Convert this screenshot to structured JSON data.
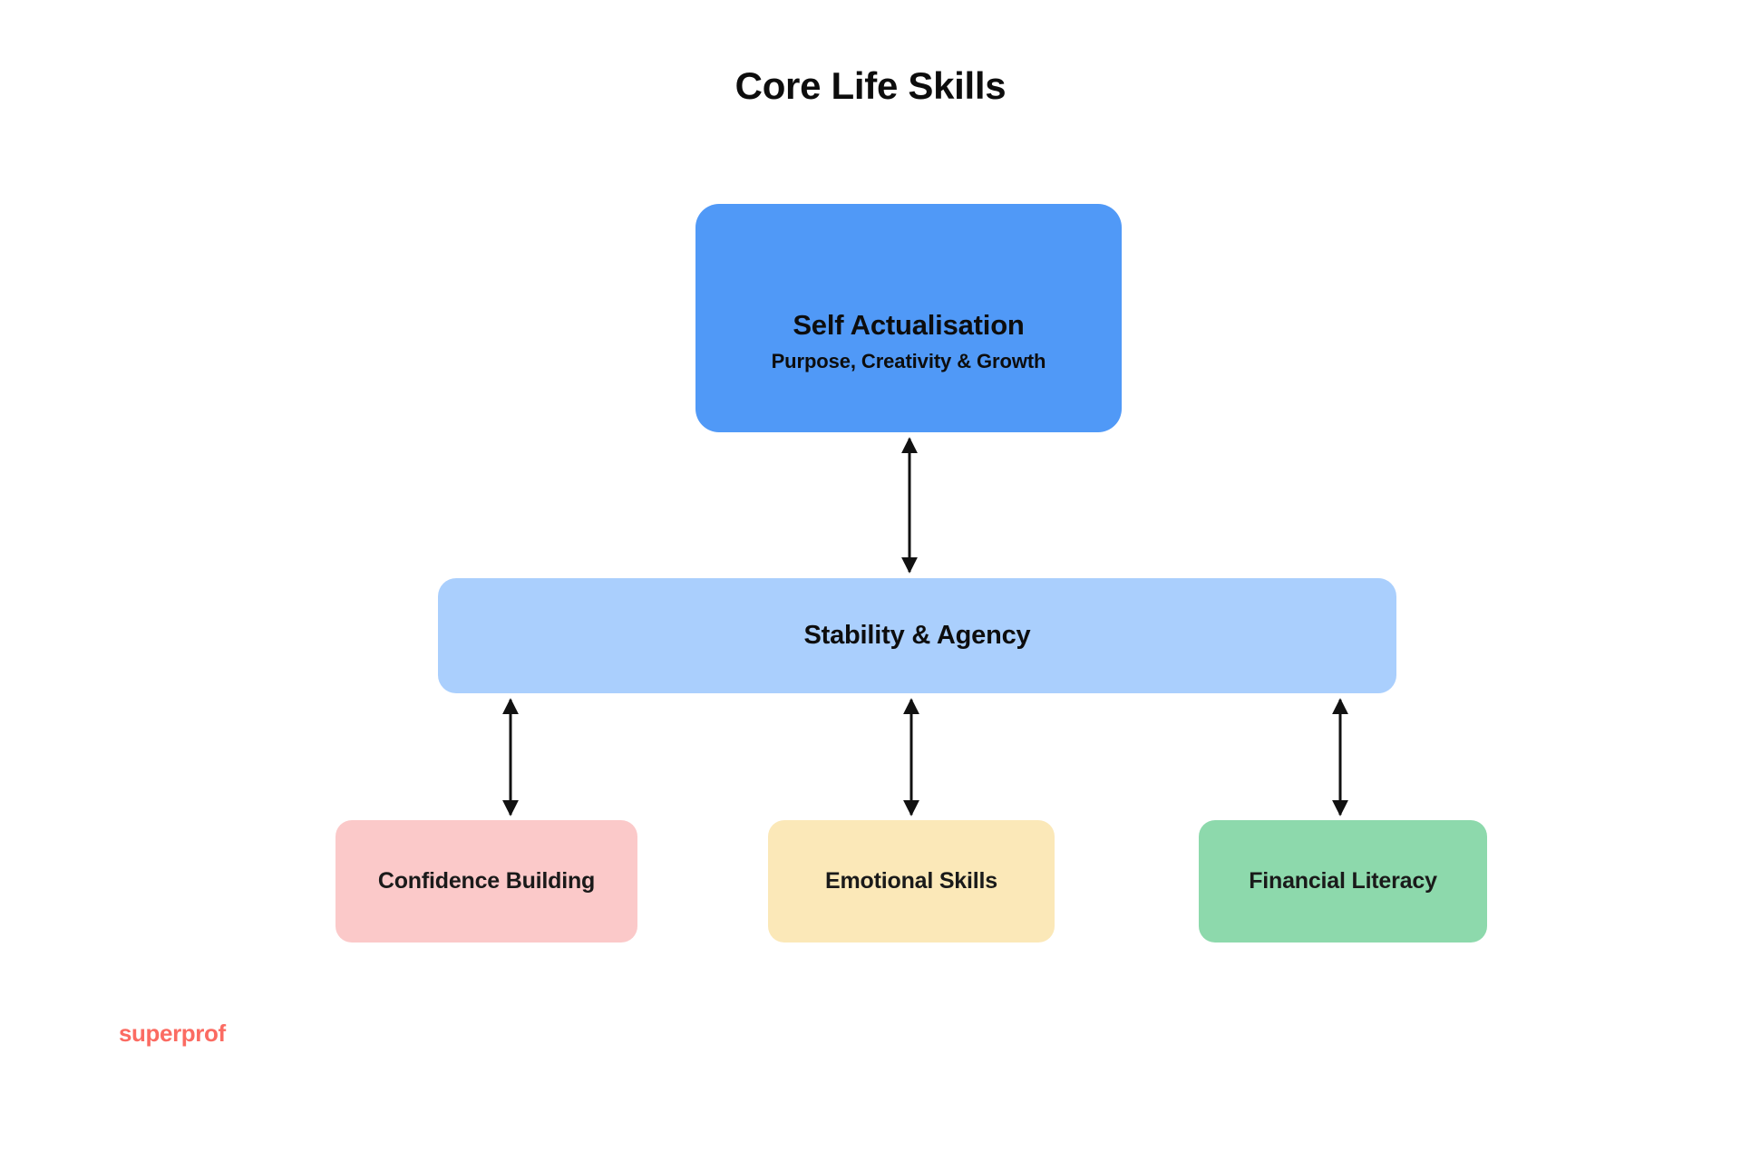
{
  "title": "Core Life Skills",
  "watermark": {
    "text": "superprof",
    "color": "#FB6B62"
  },
  "palette": {
    "background": "#FFFFFF",
    "top_node": "#5099F7",
    "mid_node": "#AACFFD",
    "leaf_pink": "#FBC9C9",
    "leaf_cream": "#FBE8B8",
    "leaf_green": "#8DD9AC",
    "text": "#0D0D0D",
    "connector": "#111111"
  },
  "nodes": {
    "top": {
      "title": "Self Actualisation",
      "subtitle": "Purpose, Creativity & Growth"
    },
    "middle": {
      "title": "Stability & Agency"
    },
    "leaves": [
      {
        "title": "Confidence Building"
      },
      {
        "title": "Emotional Skills"
      },
      {
        "title": "Financial Literacy"
      }
    ]
  },
  "chart_data": {
    "type": "diagram",
    "title": "Core Life Skills",
    "layout": "hierarchy-top-down",
    "levels": [
      {
        "level": 1,
        "nodes": [
          {
            "label": "Self Actualisation",
            "sublabel": "Purpose, Creativity & Growth",
            "color": "#5099F7"
          }
        ]
      },
      {
        "level": 2,
        "nodes": [
          {
            "label": "Stability & Agency",
            "color": "#AACFFD"
          }
        ]
      },
      {
        "level": 3,
        "nodes": [
          {
            "label": "Confidence Building",
            "color": "#FBC9C9"
          },
          {
            "label": "Emotional Skills",
            "color": "#FBE8B8"
          },
          {
            "label": "Financial Literacy",
            "color": "#8DD9AC"
          }
        ]
      }
    ],
    "edges": [
      {
        "from": "Self Actualisation",
        "to": "Stability & Agency",
        "style": "double-headed-arrow"
      },
      {
        "from": "Stability & Agency",
        "to": "Confidence Building",
        "style": "double-headed-arrow"
      },
      {
        "from": "Stability & Agency",
        "to": "Emotional Skills",
        "style": "double-headed-arrow"
      },
      {
        "from": "Stability & Agency",
        "to": "Financial Literacy",
        "style": "double-headed-arrow"
      }
    ]
  }
}
